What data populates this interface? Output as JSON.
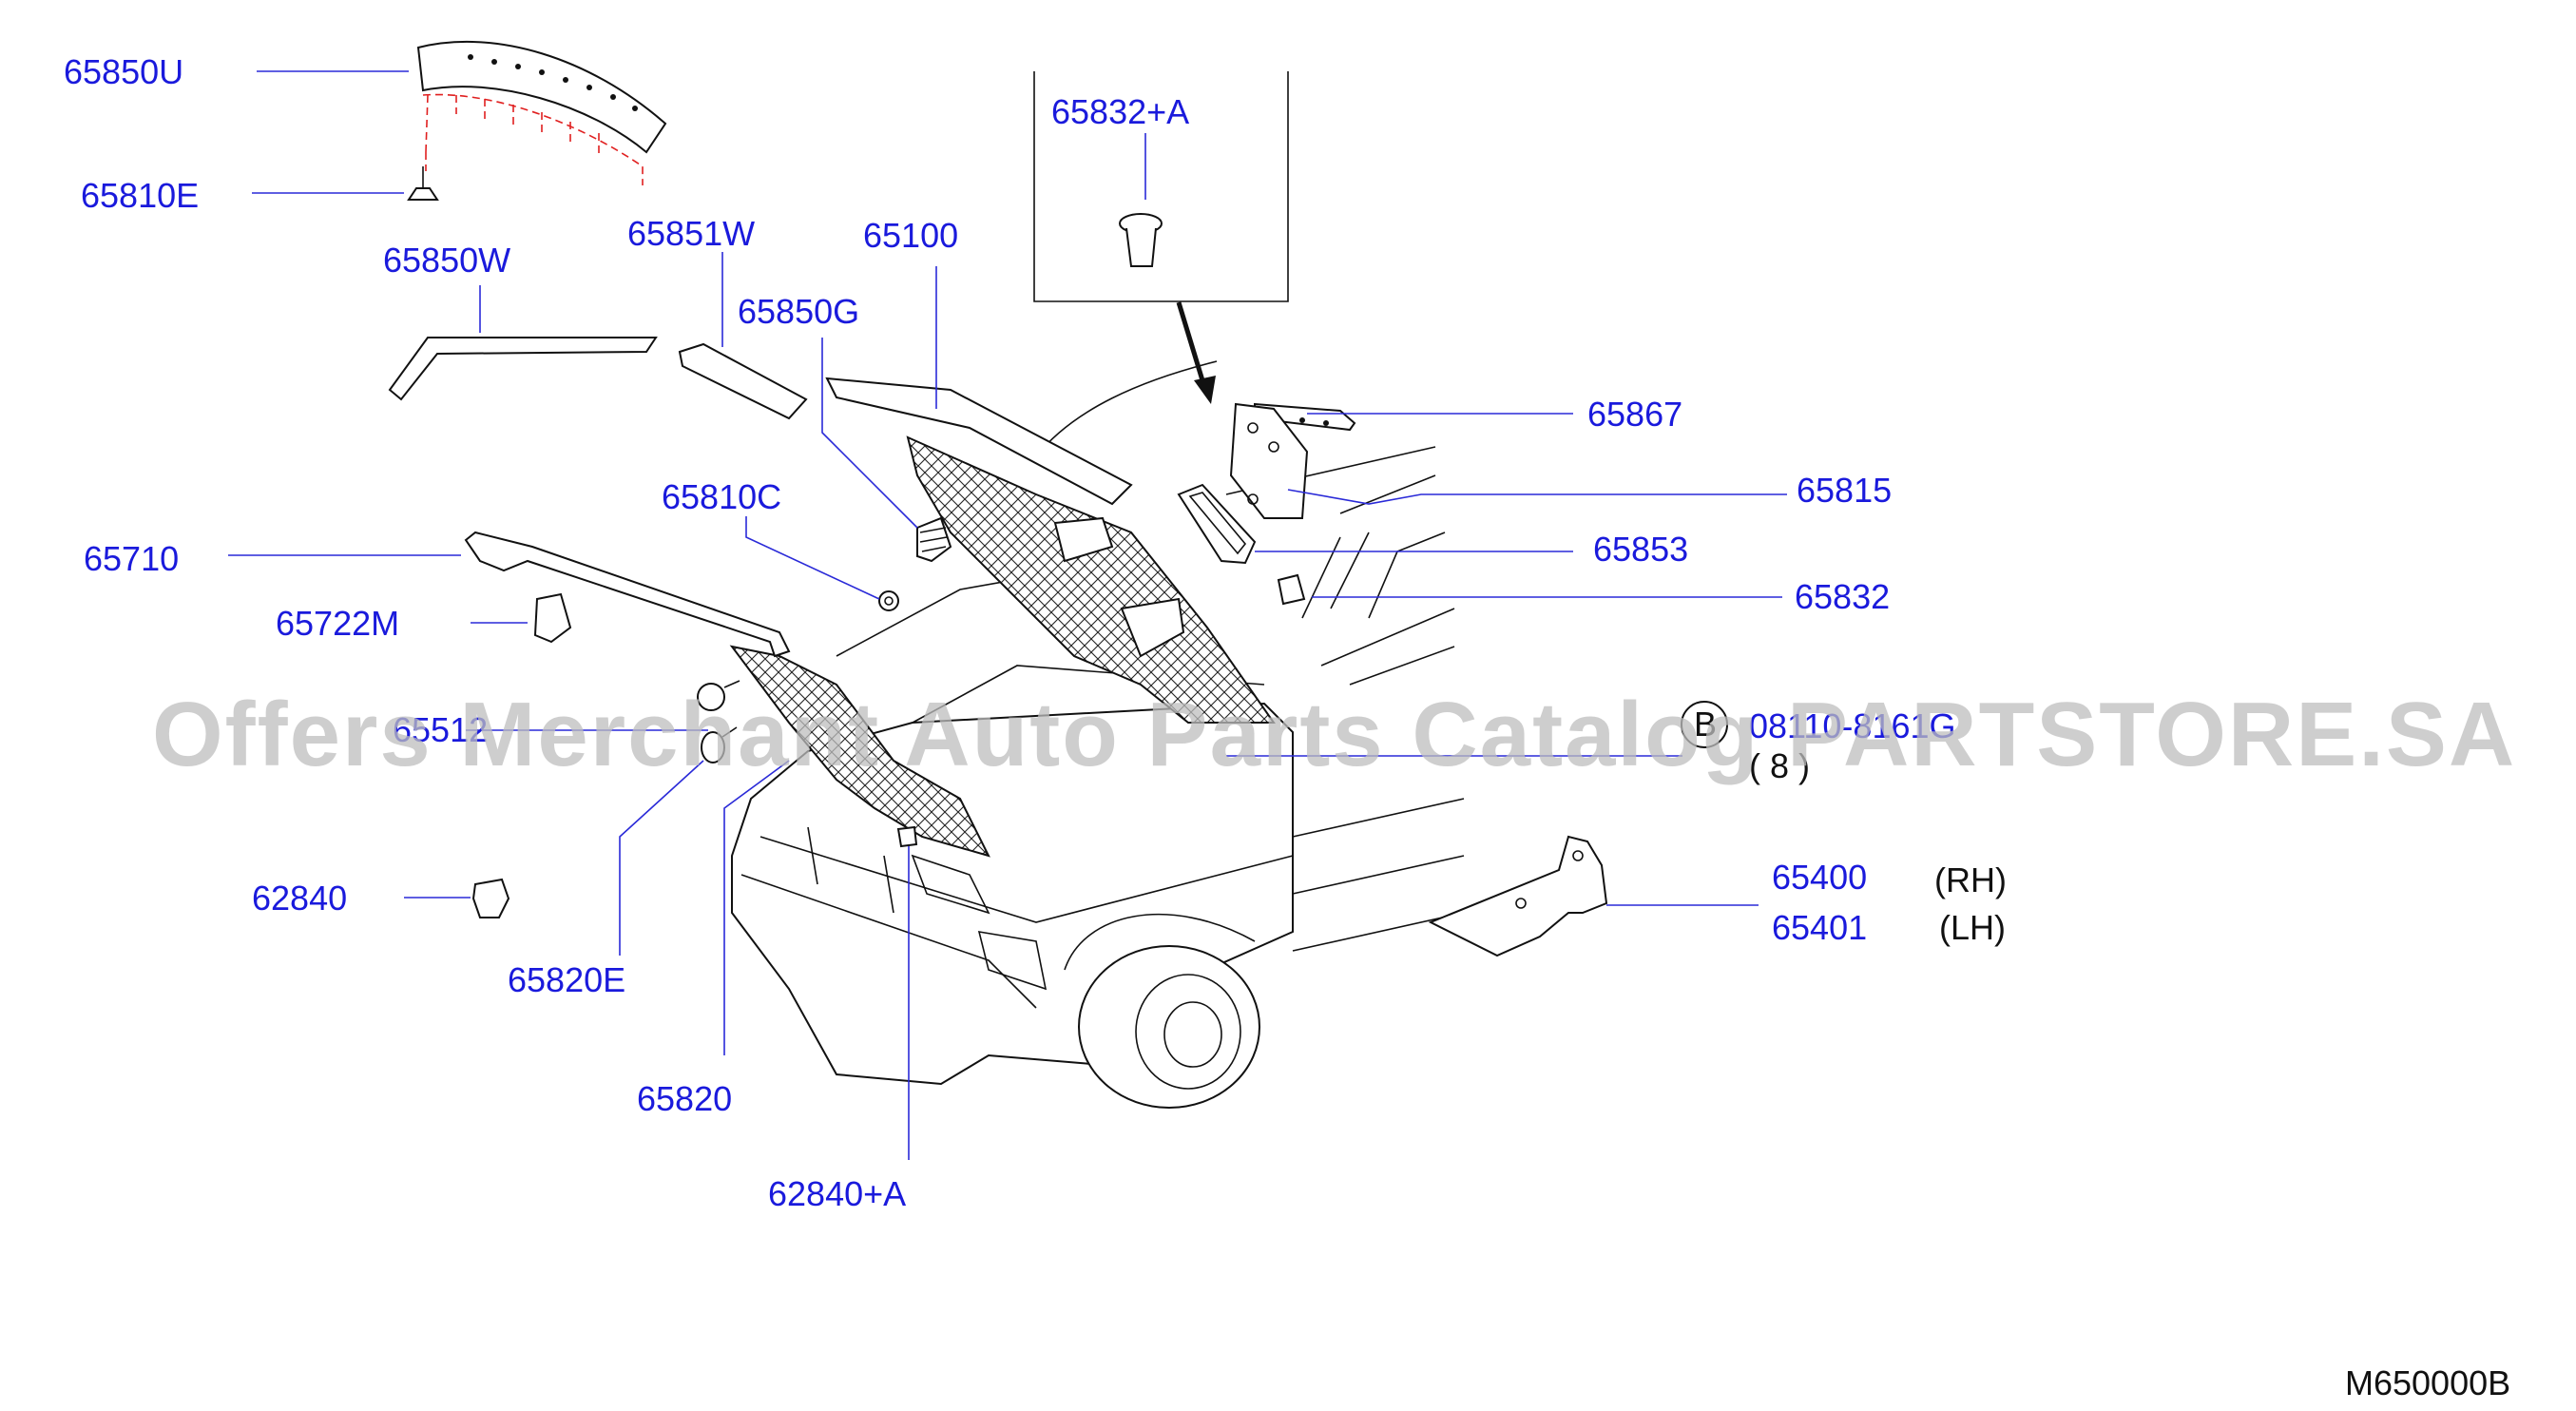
{
  "diagram": {
    "code": "M650000B",
    "watermark": "Offers Merchant Auto Parts Catalog PARTSTORE.SA",
    "colors": {
      "label": "#1a1adc",
      "leader": "#2a2ad8",
      "line": "#111111",
      "dashed": "#e02020"
    },
    "parts": {
      "p65850U": "65850U",
      "p65810E": "65810E",
      "p65850W": "65850W",
      "p65851W": "65851W",
      "p65100": "65100",
      "p65850G": "65850G",
      "p65810C": "65810C",
      "p65710": "65710",
      "p65722M": "65722M",
      "p65512": "65512",
      "p62840": "62840",
      "p65820E": "65820E",
      "p65820": "65820",
      "p62840A": "62840+A",
      "p65832A": "65832+A",
      "p65867": "65867",
      "p65815": "65815",
      "p65853": "65853",
      "p65832": "65832",
      "bolt": "08110-8161G",
      "bolt_qty": "( 8 )",
      "bolt_symbol": "B",
      "p65400": "65400",
      "p65400_side": "(RH)",
      "p65401": "65401",
      "p65401_side": "(LH)"
    }
  }
}
